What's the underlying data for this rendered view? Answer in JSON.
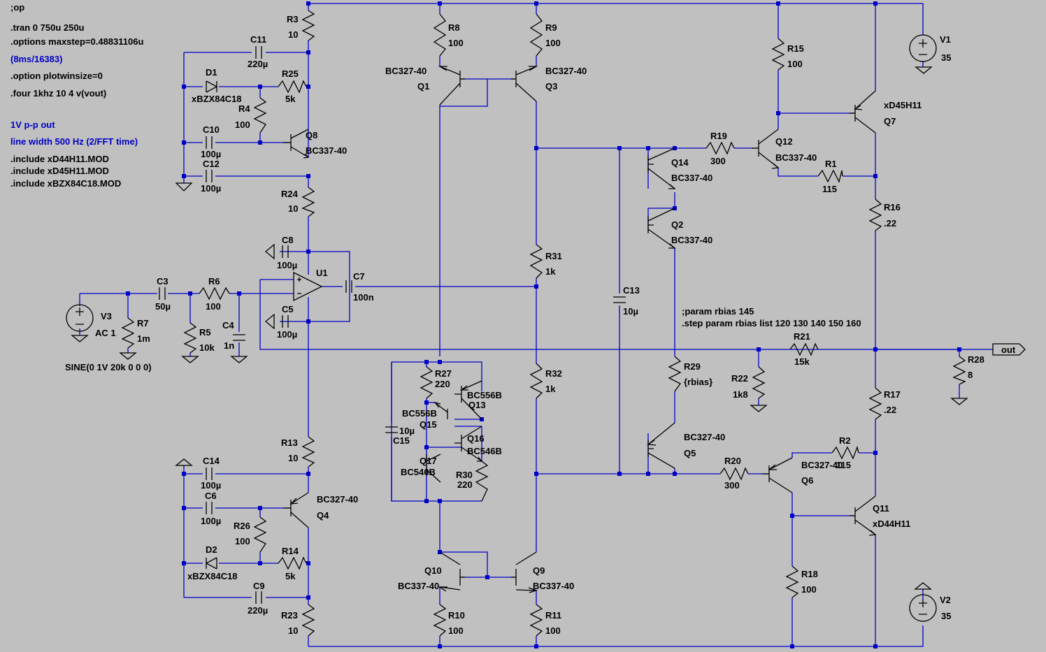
{
  "directives": {
    "op": ";op",
    "tran": ".tran 0 750u 250u",
    "options_maxstep": ".options maxstep=0.48831106u",
    "timing_comment": "(8ms/16383)",
    "plotwinsize": ".option plotwinsize=0",
    "four": ".four 1khz 10 4 v(vout)",
    "comment_vpp": "1V p-p out",
    "comment_linewidth": "line width 500 Hz (2/FFT time)",
    "include_1": ".include xD44H11.MOD",
    "include_2": ".include xD45H11.MOD",
    "include_3": ".include xBZX84C18.MOD",
    "param_rbias": ";param rbias 145",
    "step_param": ".step param rbias list 120 130 140 150 160"
  },
  "components": {
    "R3": {
      "name": "R3",
      "value": "10"
    },
    "C11": {
      "name": "C11",
      "value": "220µ"
    },
    "D1": {
      "name": "D1",
      "value": "xBZX84C18"
    },
    "R25": {
      "name": "R25",
      "value": "5k"
    },
    "R4": {
      "name": "R4",
      "value": "100"
    },
    "C10": {
      "name": "C10",
      "value": "100µ"
    },
    "C12": {
      "name": "C12",
      "value": "100µ"
    },
    "Q8": {
      "name": "Q8",
      "value": "BC337-40"
    },
    "R24": {
      "name": "R24",
      "value": "10"
    },
    "C8": {
      "name": "C8",
      "value": "100µ"
    },
    "U1": {
      "name": "U1"
    },
    "C7": {
      "name": "C7",
      "value": "100n"
    },
    "C5": {
      "name": "C5",
      "value": "100µ"
    },
    "V3": {
      "name": "V3",
      "value": "AC 1",
      "spec": "SINE(0 1V 20k 0 0 0)"
    },
    "R7": {
      "name": "R7",
      "value": "1m"
    },
    "C3": {
      "name": "C3",
      "value": "50µ"
    },
    "R6": {
      "name": "R6",
      "value": "100"
    },
    "R5": {
      "name": "R5",
      "value": "10k"
    },
    "C4": {
      "name": "C4",
      "value": "1n"
    },
    "R13": {
      "name": "R13",
      "value": "10"
    },
    "C14": {
      "name": "C14",
      "value": "100µ"
    },
    "C6": {
      "name": "C6",
      "value": "100µ"
    },
    "Q4": {
      "name": "Q4",
      "value": "BC327-40"
    },
    "R26": {
      "name": "R26",
      "value": "100"
    },
    "D2": {
      "name": "D2",
      "value": "xBZX84C18"
    },
    "R14": {
      "name": "R14",
      "value": "5k"
    },
    "C9": {
      "name": "C9",
      "value": "220µ"
    },
    "R23": {
      "name": "R23",
      "value": "10"
    },
    "R8": {
      "name": "R8",
      "value": "100"
    },
    "R9": {
      "name": "R9",
      "value": "100"
    },
    "Q1": {
      "name": "Q1",
      "value": "BC327-40"
    },
    "Q3": {
      "name": "Q3",
      "value": "BC327-40"
    },
    "R31": {
      "name": "R31",
      "value": "1k"
    },
    "R32": {
      "name": "R32",
      "value": "1k"
    },
    "R27": {
      "name": "R27",
      "value": "220"
    },
    "Q13": {
      "name": "Q13",
      "value": "BC556B"
    },
    "Q15": {
      "name": "Q15",
      "value": "BC556B"
    },
    "C15": {
      "name": "C15",
      "value": "10µ"
    },
    "Q16": {
      "name": "Q16",
      "value": "BC546B"
    },
    "Q17": {
      "name": "Q17",
      "value": "BC546B"
    },
    "R30": {
      "name": "R30",
      "value": "220"
    },
    "Q10": {
      "name": "Q10",
      "value": "BC337-40"
    },
    "Q9": {
      "name": "Q9",
      "value": "BC337-40"
    },
    "R10": {
      "name": "R10",
      "value": "100"
    },
    "R11": {
      "name": "R11",
      "value": "100"
    },
    "C13": {
      "name": "C13",
      "value": "10µ"
    },
    "Q14": {
      "name": "Q14",
      "value": "BC337-40"
    },
    "Q2": {
      "name": "Q2",
      "value": "BC337-40"
    },
    "R19": {
      "name": "R19",
      "value": "300"
    },
    "Q12": {
      "name": "Q12",
      "value": "BC337-40"
    },
    "R1": {
      "name": "R1",
      "value": "115"
    },
    "R15": {
      "name": "R15",
      "value": "100"
    },
    "Q7": {
      "name": "Q7",
      "value": "xD45H11"
    },
    "V1": {
      "name": "V1",
      "value": "35"
    },
    "R16": {
      "name": "R16",
      "value": ".22"
    },
    "R21": {
      "name": "R21",
      "value": "15k"
    },
    "R22": {
      "name": "R22",
      "value": "1k8"
    },
    "R29": {
      "name": "R29",
      "value": "{rbias}"
    },
    "Q5": {
      "name": "Q5",
      "value": "BC327-40"
    },
    "R20": {
      "name": "R20",
      "value": "300"
    },
    "Q6": {
      "name": "Q6",
      "value": "BC327-40"
    },
    "R2": {
      "name": "R2",
      "value": "115"
    },
    "R17": {
      "name": "R17",
      "value": ".22"
    },
    "Q11": {
      "name": "Q11",
      "value": "xD44H11"
    },
    "R18": {
      "name": "R18",
      "value": "100"
    },
    "V2": {
      "name": "V2",
      "value": "35"
    },
    "R28": {
      "name": "R28",
      "value": "8"
    }
  },
  "net_labels": {
    "out": "out"
  },
  "colors": {
    "background": "#c0c0c0",
    "wire": "#0000c8",
    "component": "#000000",
    "comment": "#0000c8"
  }
}
